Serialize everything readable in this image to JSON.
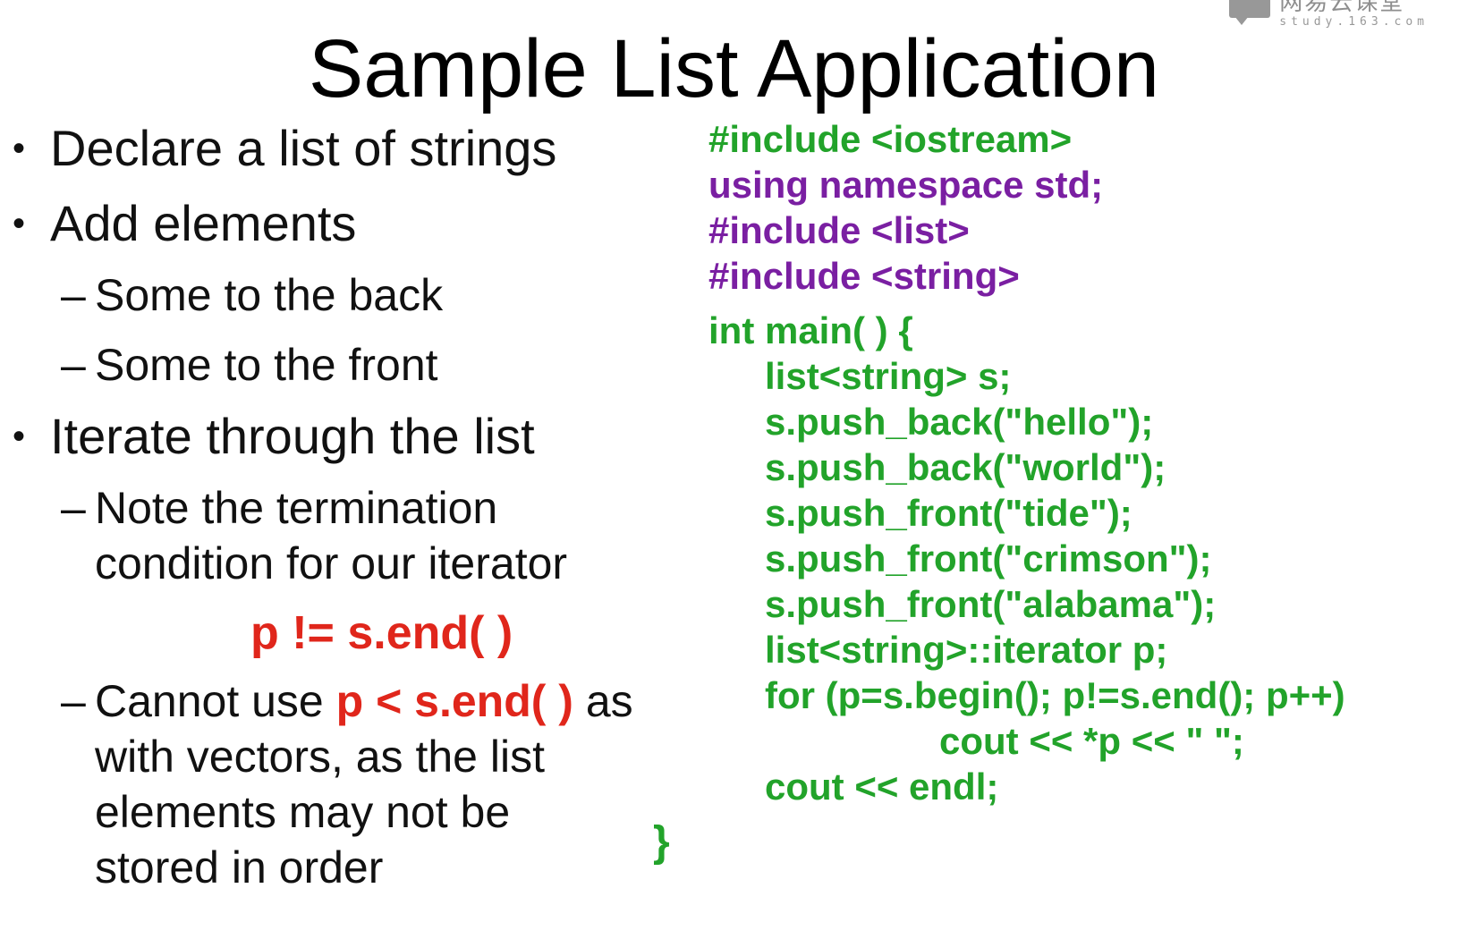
{
  "watermark": {
    "cn": "网易云课堂",
    "url": "study.163.com"
  },
  "title": "Sample List Application",
  "bullets": {
    "b1": "Declare a list of strings",
    "b2": "Add elements",
    "b2_sub1": "Some to the back",
    "b2_sub2": "Some to the front",
    "b3": "Iterate through the list",
    "b3_sub1_line1": "Note the termination",
    "b3_sub1_line2": "condition for our iterator",
    "b3_condition": "p != s.end( )",
    "b3_sub2_pre": "Cannot use ",
    "b3_sub2_red": "p < s.end( )",
    "b3_sub2_post": " as",
    "b3_sub2_line2": "with vectors, as the list",
    "b3_sub2_line3": "elements may not be",
    "b3_sub2_line4": "stored in order"
  },
  "bullet_symbol": "•",
  "dash_symbol": "–",
  "code": {
    "l1": "#include <iostream>",
    "l2": "using namespace std;",
    "l3": "#include <list>",
    "l4": "#include <string>",
    "l5": "int main( ) {",
    "l6": "list<string> s;",
    "l7": "s.push_back(\"hello\");",
    "l8": "s.push_back(\"world\");",
    "l9": "s.push_front(\"tide\");",
    "l10": "s.push_front(\"crimson\");",
    "l11": "s.push_front(\"alabama\");",
    "l12": "list<string>::iterator p;",
    "l13": "for (p=s.begin(); p!=s.end(); p++)",
    "l14": "cout << *p << \" \";",
    "l15": "cout << endl;",
    "l16": "}"
  },
  "colors": {
    "code_purple": "#7a1fa2",
    "code_green": "#22a32a",
    "highlight_red": "#e0261b"
  }
}
